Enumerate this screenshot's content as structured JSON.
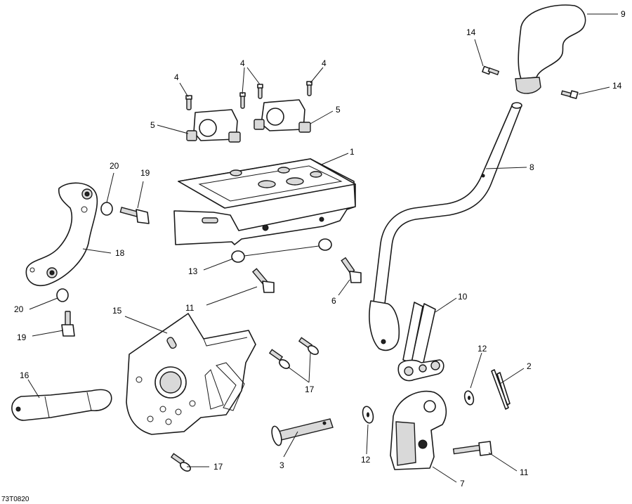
{
  "diagram": {
    "drawing_code": "73T0820",
    "callouts": [
      {
        "id": "c1",
        "label": "1"
      },
      {
        "id": "c2",
        "label": "2"
      },
      {
        "id": "c3",
        "label": "3"
      },
      {
        "id": "c4a",
        "label": "4"
      },
      {
        "id": "c4b",
        "label": "4"
      },
      {
        "id": "c4c",
        "label": "4"
      },
      {
        "id": "c5a",
        "label": "5"
      },
      {
        "id": "c5b",
        "label": "5"
      },
      {
        "id": "c6",
        "label": "6"
      },
      {
        "id": "c7",
        "label": "7"
      },
      {
        "id": "c8",
        "label": "8"
      },
      {
        "id": "c9",
        "label": "9"
      },
      {
        "id": "c10",
        "label": "10"
      },
      {
        "id": "c11a",
        "label": "11"
      },
      {
        "id": "c11b",
        "label": "11"
      },
      {
        "id": "c12a",
        "label": "12"
      },
      {
        "id": "c12b",
        "label": "12"
      },
      {
        "id": "c13",
        "label": "13"
      },
      {
        "id": "c14a",
        "label": "14"
      },
      {
        "id": "c14b",
        "label": "14"
      },
      {
        "id": "c15",
        "label": "15"
      },
      {
        "id": "c16",
        "label": "16"
      },
      {
        "id": "c17a",
        "label": "17"
      },
      {
        "id": "c17b",
        "label": "17"
      },
      {
        "id": "c18",
        "label": "18"
      },
      {
        "id": "c19a",
        "label": "19"
      },
      {
        "id": "c19b",
        "label": "19"
      },
      {
        "id": "c20a",
        "label": "20"
      },
      {
        "id": "c20b",
        "label": "20"
      }
    ]
  }
}
